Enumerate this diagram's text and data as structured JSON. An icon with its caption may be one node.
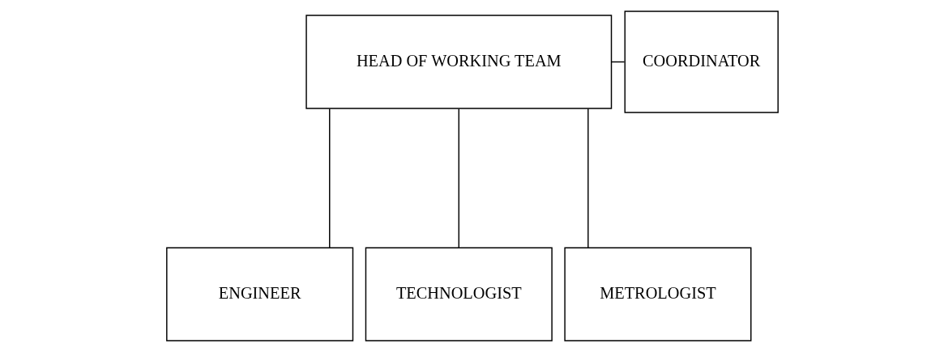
{
  "diagram": {
    "nodes": [
      {
        "text": [
          "HEAD OF WORKING TEAM"
        ]
      },
      {
        "text": [
          "COORDINATOR"
        ]
      },
      {
        "text": [
          "ENGINEER"
        ]
      },
      {
        "text": [
          "TECHNOLOGIST"
        ]
      },
      {
        "text": [
          "METROLOGIST"
        ]
      }
    ],
    "edges": [
      {
        "from": 0,
        "to": 1,
        "arrow": "none"
      },
      {
        "from": 0,
        "to": 2,
        "arrow": "none"
      },
      {
        "from": 0,
        "to": 3,
        "arrow": "none"
      },
      {
        "from": 0,
        "to": 4,
        "arrow": "none"
      }
    ]
  }
}
